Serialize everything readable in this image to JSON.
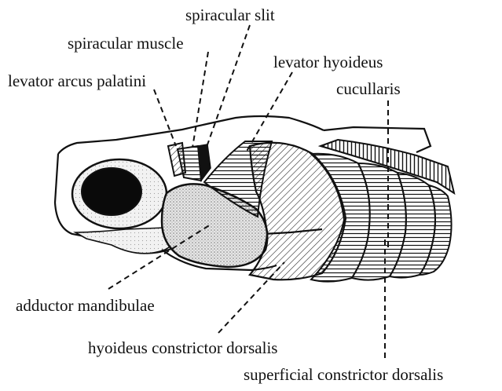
{
  "labels": {
    "spiracular_slit": "spiracular slit",
    "spiracular_muscle": "spiracular muscle",
    "levator_arcus_palatini": "levator arcus palatini",
    "levator_hyoideus": "levator hyoideus",
    "cucullaris": "cucullaris",
    "adductor_mandibulae": "adductor mandibulae",
    "hyoideus_constrictor_dorsalis": "hyoideus constrictor dorsalis",
    "superficial_constrictor_dorsalis": "superficial constrictor dorsalis"
  },
  "colors": {
    "ink": "#111111",
    "eye": "#0a0a0a",
    "stipple": "#bdbdbd",
    "background": "#ffffff"
  }
}
